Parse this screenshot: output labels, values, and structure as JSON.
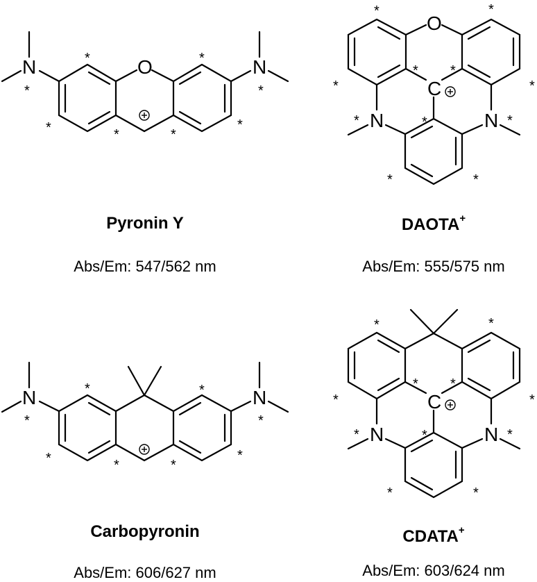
{
  "compounds": [
    {
      "name": "Pyronin Y",
      "superscript": "",
      "abs_em": "Abs/Em: 547/562 nm",
      "bridge": "O",
      "core": "xanthene",
      "charge": "+"
    },
    {
      "name": "DAOTA",
      "superscript": "+",
      "abs_em": "Abs/Em: 555/575 nm",
      "bridge": "O",
      "core": "triangulenium",
      "charge": "+"
    },
    {
      "name": "Carbopyronin",
      "superscript": "",
      "abs_em": "Abs/Em: 606/627 nm",
      "bridge": "C(CH3)2",
      "core": "anthracene",
      "charge": "+"
    },
    {
      "name": "CDATA",
      "superscript": "+",
      "abs_em": "Abs/Em: 603/624 nm",
      "bridge": "C(CH3)2",
      "core": "triangulenium",
      "charge": "+"
    }
  ],
  "atoms": {
    "O": "O",
    "N": "N",
    "C": "C",
    "star": "*",
    "plus": "+"
  }
}
